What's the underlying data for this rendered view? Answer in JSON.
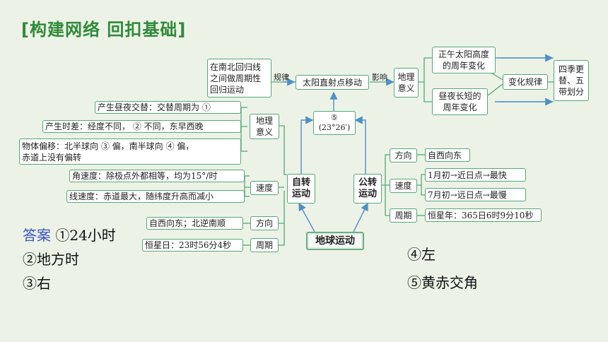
{
  "header": {
    "title": "[构建网络 回扣基础]"
  },
  "diagram": {
    "center": "地球运动",
    "rotation": "自转\n运动",
    "revolution": "公转\n运动",
    "fifth": "⑤\n(23°26′)",
    "solar_point": "太阳直射点移动",
    "regression_note": "在南北回归线\n之间做周期性\n回归运动",
    "label_pattern": "规律",
    "label_influence": "影响",
    "geo_meaning_right": "地理\n意义",
    "noon_sun": "正午太阳高度\n的周年变化",
    "day_length": "昼夜长短的\n周年变化",
    "change_rule": "变化规律",
    "seasons": "四季更\n替、五\n带划分",
    "geo_meaning_left": "地理\n意义",
    "day_night": "产生昼夜交替：交替周期为 ①",
    "time_diff": "产生时差：经度不同， ② 不同，东早西晚",
    "deflection": "物体偏移：北半球向 ③ 偏，南半球向 ④ 偏，\n赤道上没有偏转",
    "speed_left": "速度",
    "angular": "角速度：除极点外都相等，均为15°/时",
    "linear": "线速度：赤道最大，随纬度升高而减小",
    "direction_left": "方向",
    "dir_left_val": "自西向东；北逆南顺",
    "period_left": "周期",
    "period_left_val": "恒星日：23时56分4秒",
    "direction_right": "方向",
    "dir_right_val": "自西向东",
    "speed_right": "速度",
    "jan": "1月初→近日点→最快",
    "jul": "7月初→远日点→最慢",
    "period_right": "周期",
    "period_right_val": "恒星年：365日6时9分10秒"
  },
  "answers": {
    "heading": "答案",
    "a1": "①24小时",
    "a2": "②地方时",
    "a3": "③右",
    "a4": "④左",
    "a5": "⑤黄赤交角"
  },
  "colors": {
    "accent": "#2f8a3a",
    "line": "#56a77b",
    "answer_heading": "#3a4fc7"
  }
}
